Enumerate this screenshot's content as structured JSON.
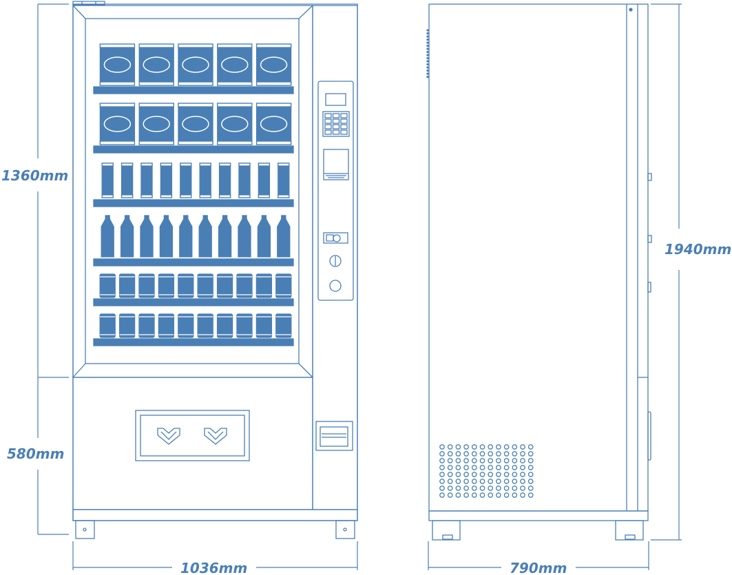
{
  "colors": {
    "stroke": "#4a7fb5",
    "fill": "#4a7fb5",
    "text": "#4a7fb5",
    "background": "#ffffff",
    "product_text": "#ffffff"
  },
  "dimensions": {
    "upper_height": "1360mm",
    "lower_height": "580mm",
    "total_height": "1940mm",
    "front_width": "1036mm",
    "side_depth": "790mm"
  },
  "shelves": [
    {
      "product": "Chips",
      "count": 5
    },
    {
      "product": "Chips",
      "count": 5
    },
    {
      "product": "chocolate",
      "count": 10
    },
    {
      "product": "bottle",
      "count": 10
    },
    {
      "product": "Can",
      "count": 10
    },
    {
      "product": "Can",
      "count": 10
    }
  ],
  "views": {
    "front": "front-view",
    "side": "side-view"
  }
}
